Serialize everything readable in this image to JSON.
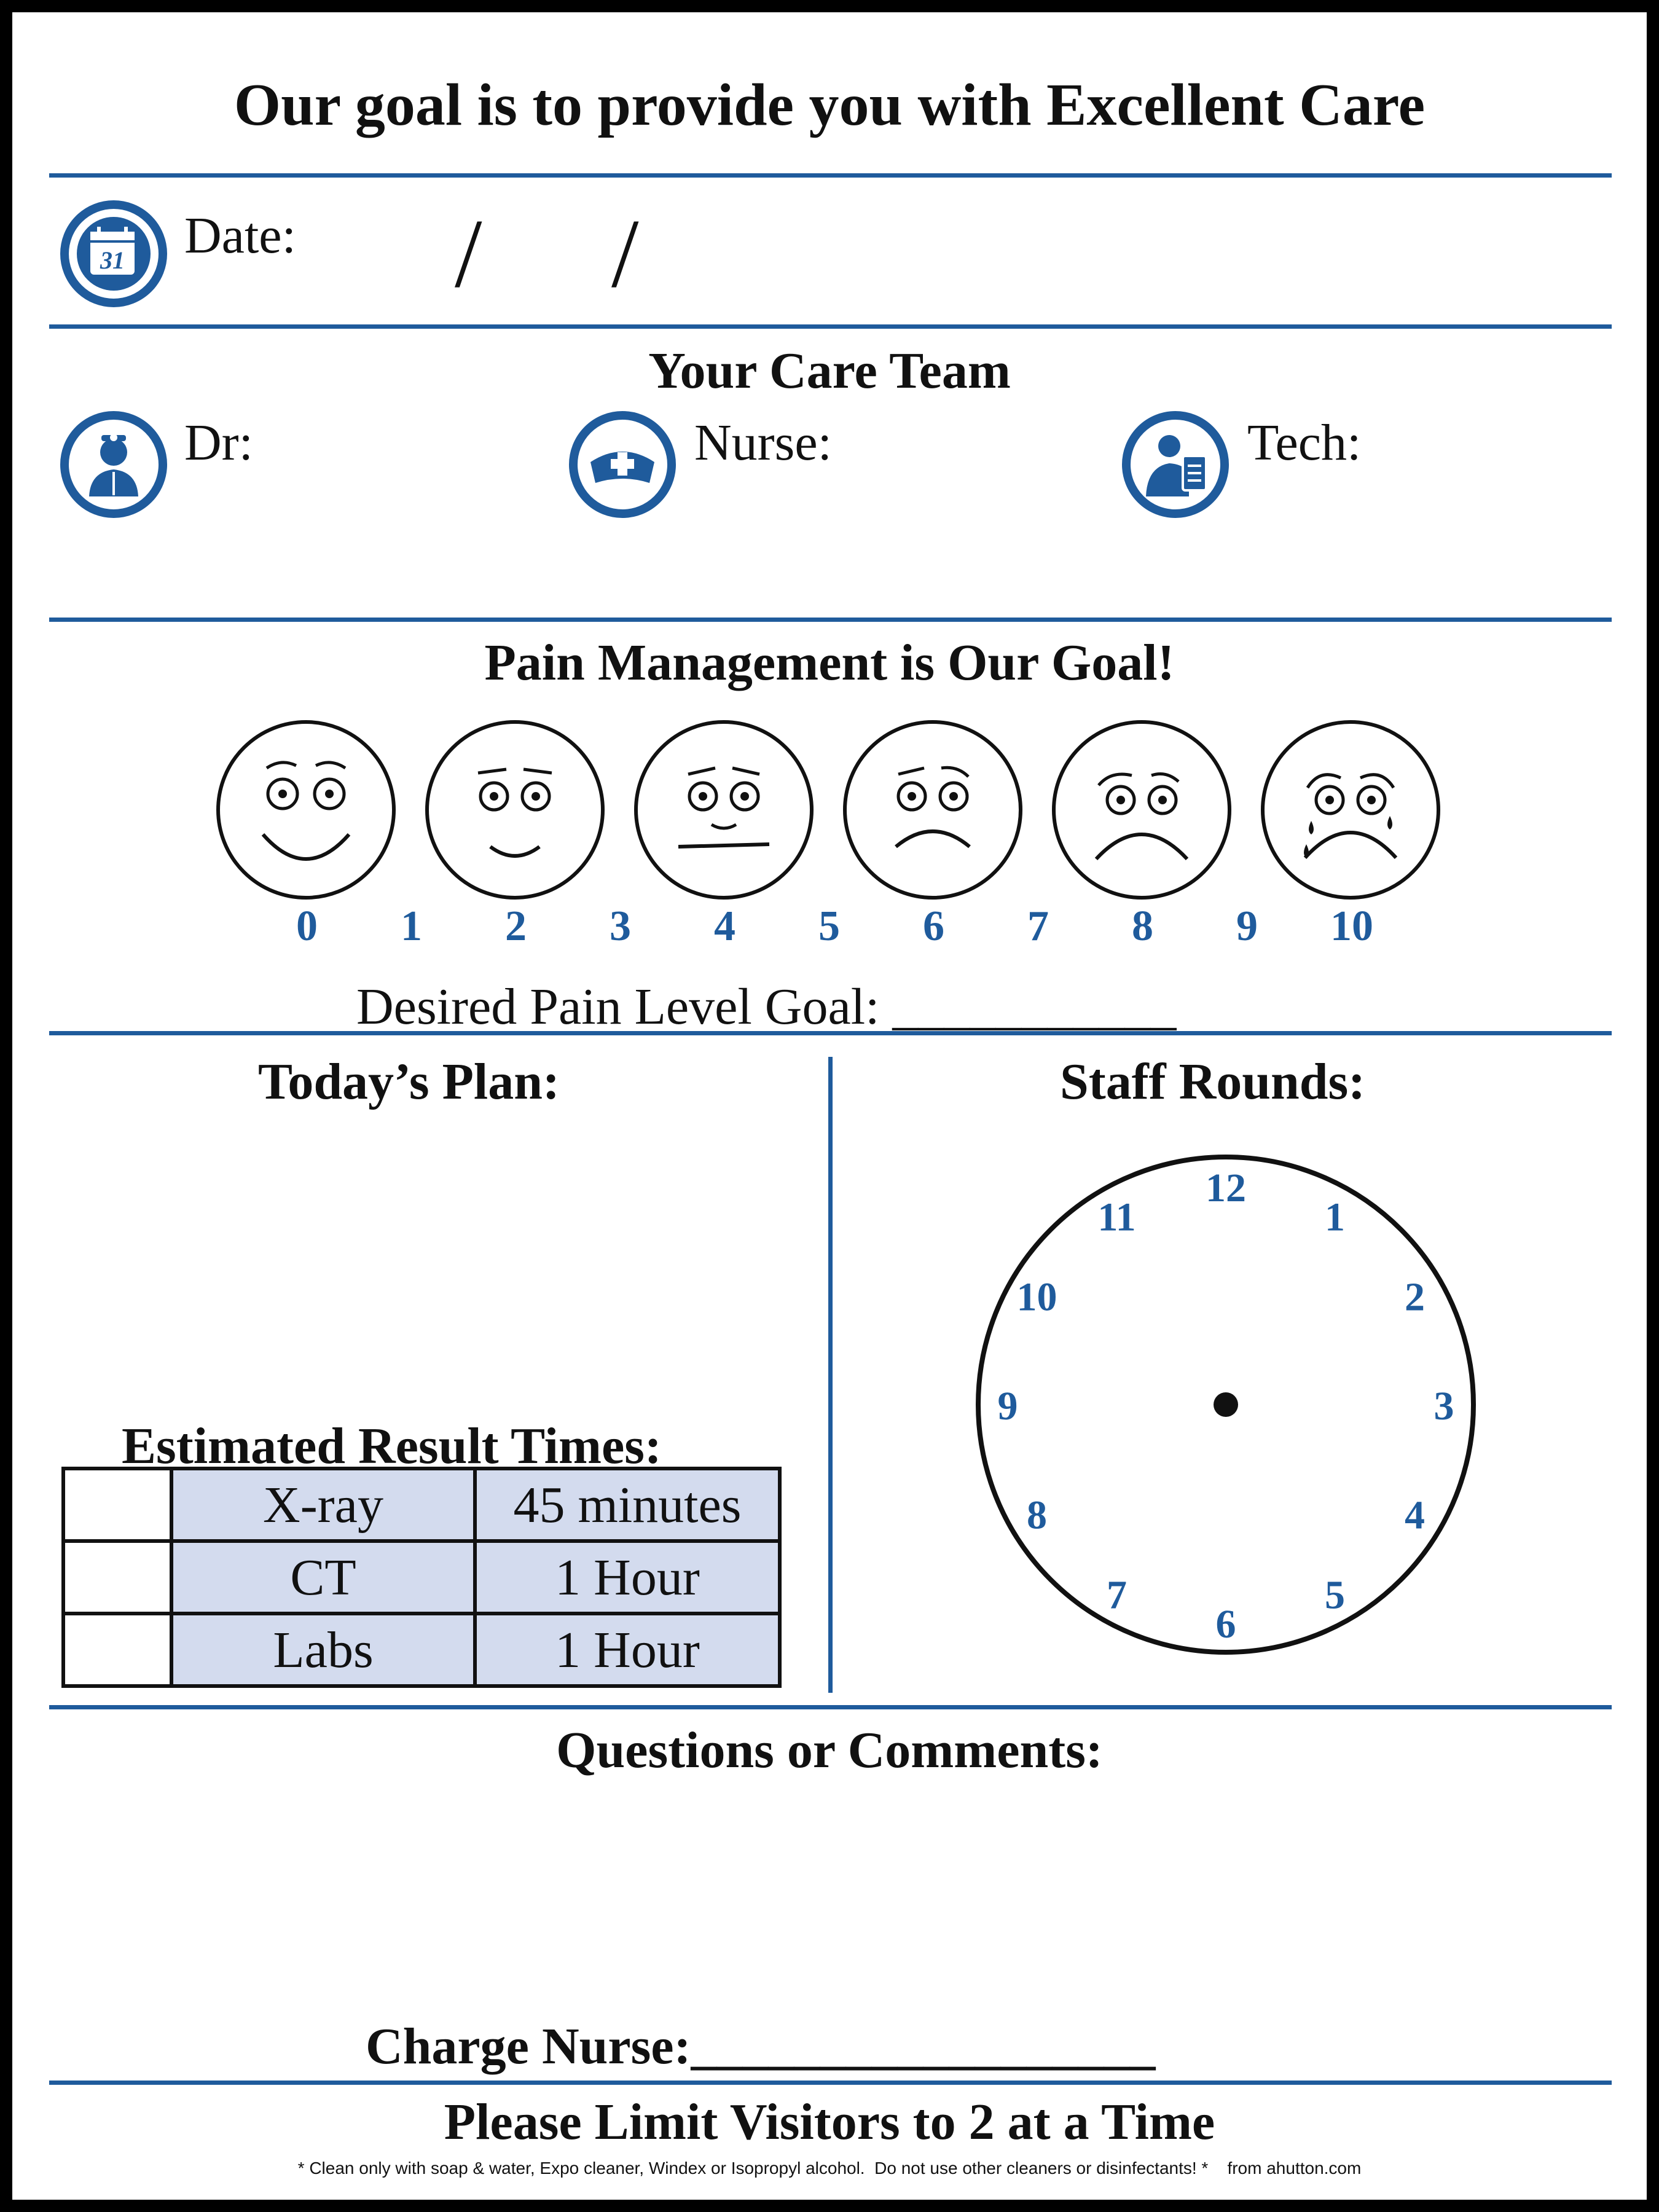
{
  "header": {
    "title": "Our goal is to provide you with Excellent Care"
  },
  "date_section": {
    "label": "Date:",
    "separator": "/",
    "icon": "calendar-icon",
    "calendar_day": "31"
  },
  "care_team": {
    "title": "Your Care Team",
    "members": [
      {
        "label": "Dr:",
        "icon": "doctor-icon"
      },
      {
        "label": "Nurse:",
        "icon": "nurse-cap-icon"
      },
      {
        "label": "Tech:",
        "icon": "tech-clipboard-icon"
      }
    ]
  },
  "pain": {
    "title": "Pain Management is Our Goal!",
    "scale": [
      "0",
      "1",
      "2",
      "3",
      "4",
      "5",
      "6",
      "7",
      "8",
      "9",
      "10"
    ],
    "faces": [
      "very-happy-face",
      "happy-face",
      "neutral-face",
      "unhappy-face",
      "sad-face",
      "crying-face"
    ],
    "goal_label": "Desired Pain Level Goal: ___________"
  },
  "plan": {
    "title": "Today’s Plan:"
  },
  "rounds": {
    "title": "Staff Rounds:",
    "clock_numbers": [
      "12",
      "1",
      "2",
      "3",
      "4",
      "5",
      "6",
      "7",
      "8",
      "9",
      "10",
      "11"
    ]
  },
  "results": {
    "title": "Estimated Result Times:",
    "rows": [
      {
        "test": "X-ray",
        "time": "45 minutes"
      },
      {
        "test": "CT",
        "time": "1 Hour"
      },
      {
        "test": "Labs",
        "time": "1 Hour"
      }
    ]
  },
  "questions": {
    "title": "Questions or Comments:"
  },
  "charge_nurse": {
    "label": "Charge Nurse:__________________"
  },
  "footer": {
    "visitors": "Please Limit Visitors to 2 at a Time",
    "note": "* Clean only with soap & water, Expo cleaner, Windex or Isopropyl alcohol.  Do not use other cleaners or disinfectants! *    from ahutton.com"
  },
  "colors": {
    "accent": "#1f5b9c",
    "table_fill": "#d3dbee"
  }
}
